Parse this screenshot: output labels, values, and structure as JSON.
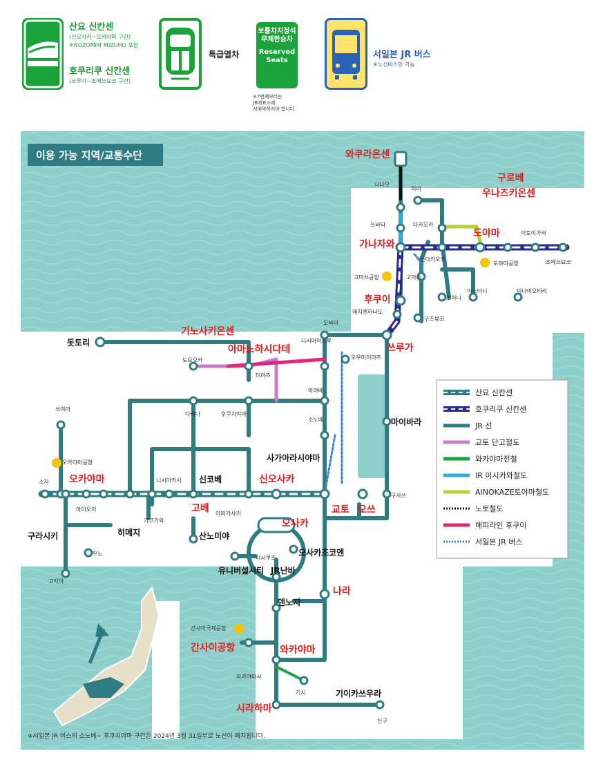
{
  "top_legend": {
    "shinkansen_title": "산요 신칸센",
    "shinkansen_sub1": "(신오사카~오카야마 구간)",
    "shinkansen_sub2": "※NOZOMI와 MIZUHO 포함",
    "hokuriku_title": "호쿠리쿠 신칸센",
    "hokuriku_sub": "(쓰루가~조에쓰묘코 구간)",
    "limited_express": "특급열차",
    "reserved_line1": "보통차지정석",
    "reserved_line2": "무제한승차",
    "reserved_en1": "Reserved",
    "reserved_en2": "Seats",
    "reserved_note1": "※7번째부터는",
    "reserved_note2": "JR매표소에",
    "reserved_note3": "서예약하셔야 합니다.",
    "bus_title": "서일본 JR 버스",
    "bus_sub": "※노선버스만 가능"
  },
  "map": {
    "area_title": "이용 가능 지역/교통수단",
    "footnote": "※서일본 JR 버스의 소노베~ 후쿠치야마 구간은 2024년 3월 31일부로 노선이 폐지됩니다.",
    "colors": {
      "sea": "#8fcfcb",
      "land": "#ffffff",
      "jr": "#2e7b82",
      "sanyo": "#2e7b82",
      "hokuriku": "#2a2a8a",
      "kyoto_tango": "#c878c8",
      "wakayama": "#1aa33a",
      "ir": "#2fa9e0",
      "ainokaze": "#b8d030",
      "noto": "#111111",
      "hapi": "#e0287a",
      "bus": "#3a88d0",
      "red_label": "#e21d1d"
    },
    "legend": [
      {
        "key": "sanyo",
        "label": "산요 신칸센"
      },
      {
        "key": "hokuriku",
        "label": "호쿠리쿠 신칸센"
      },
      {
        "key": "jr",
        "label": "JR 선"
      },
      {
        "key": "kyoto_tango",
        "label": "교토 단고철도"
      },
      {
        "key": "wakayama",
        "label": "와카야마전철"
      },
      {
        "key": "ir",
        "label": "IR 이시카와철도"
      },
      {
        "key": "ainokaze",
        "label": "AINOKAZE토야마철도"
      },
      {
        "key": "noto",
        "label": "노토철도"
      },
      {
        "key": "hapi",
        "label": "해피라인 후쿠이"
      },
      {
        "key": "bus",
        "label": "서일본 JR 버스"
      }
    ],
    "labels": {
      "red": [
        {
          "id": "wakura",
          "text": "와쿠라온센"
        },
        {
          "id": "kurobe",
          "text": "구로베"
        },
        {
          "id": "unazuki",
          "text": "우나즈키온센"
        },
        {
          "id": "toyama",
          "text": "도야마"
        },
        {
          "id": "kanazawa",
          "text": "가나자와"
        },
        {
          "id": "fukui",
          "text": "후쿠이"
        },
        {
          "id": "tsuruga",
          "text": "쓰루가"
        },
        {
          "id": "kinosaki",
          "text": "기노사키온센"
        },
        {
          "id": "amanohashidate",
          "text": "아마노하시다테"
        },
        {
          "id": "okayama",
          "text": "오카야마"
        },
        {
          "id": "shinosaka",
          "text": "신오사카"
        },
        {
          "id": "kobe",
          "text": "고베"
        },
        {
          "id": "osaka",
          "text": "오사카"
        },
        {
          "id": "kyoto",
          "text": "교토"
        },
        {
          "id": "otsu",
          "text": "오쓰"
        },
        {
          "id": "nara",
          "text": "나라"
        },
        {
          "id": "kix",
          "text": "간사이공항"
        },
        {
          "id": "wakayama",
          "text": "와카야마"
        },
        {
          "id": "shirahama",
          "text": "시라하마"
        }
      ],
      "black": [
        {
          "id": "tottori",
          "text": "돗토리"
        },
        {
          "id": "shinkobe",
          "text": "신코베"
        },
        {
          "id": "sannomiya",
          "text": "산노미야"
        },
        {
          "id": "himeji",
          "text": "히메지"
        },
        {
          "id": "kurashiki",
          "text": "구라시키"
        },
        {
          "id": "maibara",
          "text": "마이바라"
        },
        {
          "id": "sagano",
          "text": "사가아라시야마"
        },
        {
          "id": "usj",
          "text": "유니버설시티"
        },
        {
          "id": "namba",
          "text": "JR난바"
        },
        {
          "id": "tennoji",
          "text": "덴노지"
        },
        {
          "id": "osakajo",
          "text": "오사카조코엔"
        },
        {
          "id": "kiikatsuura",
          "text": "기이카쓰우라"
        }
      ],
      "small": [
        {
          "id": "nanao",
          "text": "나나오"
        },
        {
          "id": "himi",
          "text": "히미"
        },
        {
          "id": "tsubata",
          "text": "쓰바타"
        },
        {
          "id": "takaoka",
          "text": "다카오카"
        },
        {
          "id": "shintakaoka",
          "text": "신다카오카"
        },
        {
          "id": "itoigawa",
          "text": "이토이가와"
        },
        {
          "id": "joetsu",
          "text": "조에쓰묘코"
        },
        {
          "id": "toyamaap",
          "text": "도야마공항"
        },
        {
          "id": "komatsuap",
          "text": "고마쓰공항"
        },
        {
          "id": "komatsu",
          "text": "고마쓰"
        },
        {
          "id": "inotani",
          "text": "이노타니"
        },
        {
          "id": "minamiota",
          "text": "미나미오타리"
        },
        {
          "id": "johana",
          "text": "조하나"
        },
        {
          "id": "echizen",
          "text": "에치젠하나도"
        },
        {
          "id": "kuzuryu",
          "text": "구즈류코"
        },
        {
          "id": "obama",
          "text": "오바마"
        },
        {
          "id": "nishimaizuru",
          "text": "니시마이즈루"
        },
        {
          "id": "omimaizuru",
          "text": "오우미이마즈"
        },
        {
          "id": "toyooka",
          "text": "도요오카"
        },
        {
          "id": "miyazu",
          "text": "미야즈"
        },
        {
          "id": "ayabe",
          "text": "아야베"
        },
        {
          "id": "sonobe",
          "text": "소노베"
        },
        {
          "id": "wadayama",
          "text": "다케다"
        },
        {
          "id": "fukuchiyama",
          "text": "후쿠치야마"
        },
        {
          "id": "tsuyama",
          "text": "쓰야마"
        },
        {
          "id": "okayamaap",
          "text": "오카야마공항"
        },
        {
          "id": "soja",
          "text": "소자"
        },
        {
          "id": "aioi",
          "text": "아이오이"
        },
        {
          "id": "nishiakashi",
          "text": "니시아카시"
        },
        {
          "id": "kakogawa",
          "text": "가코가와"
        },
        {
          "id": "amagasaki",
          "text": "아마가사키"
        },
        {
          "id": "kusatsu",
          "text": "구사쓰"
        },
        {
          "id": "uno",
          "text": "우노"
        },
        {
          "id": "kojima",
          "text": "고지마"
        },
        {
          "id": "nishikujo",
          "text": "니시쿠조"
        },
        {
          "id": "kixap",
          "text": "간사이국제공항"
        },
        {
          "id": "wakayamashi",
          "text": "와카야마시"
        },
        {
          "id": "kishi",
          "text": "기시"
        },
        {
          "id": "shingu",
          "text": "신구"
        }
      ]
    }
  }
}
